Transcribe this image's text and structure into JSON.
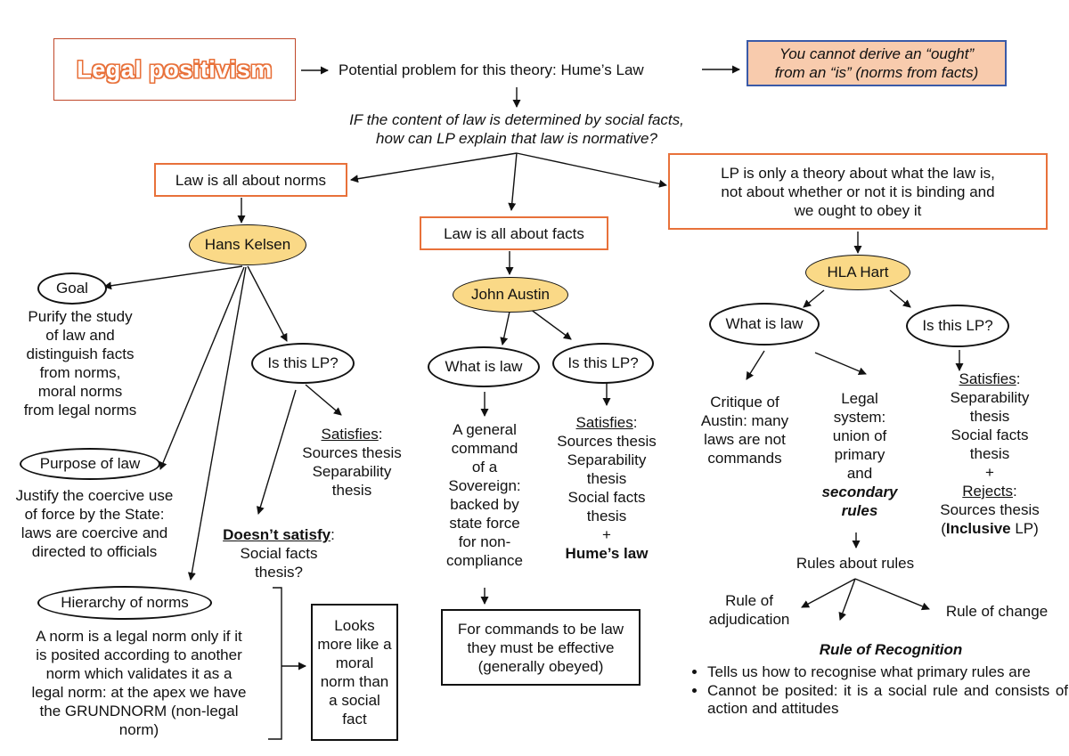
{
  "title": "Legal positivism",
  "top": {
    "problem": "Potential problem for this theory: Hume’s Law",
    "hume_box": [
      "You cannot derive an “ought”",
      "from an “is” (norms from facts)"
    ],
    "question": [
      "IF the content of law is determined by social facts,",
      "how can LP explain that law is normative?"
    ]
  },
  "norms": {
    "box": "Law is all about norms",
    "theorist": "Hans Kelsen",
    "goal": "Goal",
    "goal_text": [
      "Purify the study",
      "of law and",
      "distinguish facts",
      "from norms,",
      "moral norms",
      "from legal norms"
    ],
    "purpose": "Purpose of law",
    "purpose_text": [
      "Justify the coercive use",
      "of force by the State:",
      "laws are coercive and",
      "directed to officials"
    ],
    "hierarchy": "Hierarchy of norms",
    "hierarchy_text": [
      "A norm is a legal norm only if it",
      "is posited according to another",
      "norm which validates it as a",
      "legal norm: at the apex we have",
      "the GRUNDNORM (non-legal",
      "norm)"
    ],
    "is_lp": "Is this LP?",
    "satisfies_label": "Satisfies",
    "satisfies": [
      "Sources thesis",
      "Separability",
      "thesis"
    ],
    "not_satisfy_label": "Doesn’t satisfy",
    "not_satisfy": [
      "Social facts",
      "thesis?"
    ],
    "looks": [
      "Looks",
      "more like a",
      "moral",
      "norm than",
      "a social",
      "fact"
    ]
  },
  "facts": {
    "box": "Law is all about facts",
    "theorist": "John Austin",
    "what": "What is law",
    "what_text": [
      "A general",
      "command",
      "of a",
      "Sovereign:",
      "backed by",
      "state force",
      "for non-",
      "compliance"
    ],
    "is_lp": "Is this LP?",
    "satisfies_label": "Satisfies",
    "satisfies": [
      "Sources thesis",
      "Separability",
      "thesis",
      "Social facts",
      "thesis",
      "+"
    ],
    "hume": "Hume’s law",
    "effective": [
      "For commands to be law",
      "they must be effective",
      "(generally obeyed)"
    ]
  },
  "theory": {
    "box": [
      "LP is only a theory about what the law is,",
      "not about whether or not it is binding and",
      "we ought to obey it"
    ],
    "theorist": "HLA Hart",
    "what": "What is law",
    "is_lp": "Is this LP?",
    "critique": [
      "Critique of",
      "Austin: many",
      "laws are not",
      "commands"
    ],
    "legal_system": [
      "Legal",
      "system:",
      "union of",
      "primary",
      "and"
    ],
    "secondary": [
      "secondary",
      "rules"
    ],
    "satisfies_label": "Satisfies",
    "satisfies": [
      "Separability",
      "thesis",
      "Social facts",
      "thesis",
      "+"
    ],
    "rejects_label": "Rejects",
    "rejects": "Sources thesis",
    "inclusive_open": "(",
    "inclusive_bold": "Inclusive",
    "inclusive_rest": " LP)",
    "rules_about": "Rules about rules",
    "adjudication": [
      "Rule of",
      "adjudication"
    ],
    "change": "Rule of change",
    "recognition": "Rule of Recognition",
    "bullets": [
      "Tells us how to recognise what primary rules are",
      "Cannot be posited: it is a social rule and consists of action and attitudes"
    ]
  },
  "colors": {
    "orange": "#e8713a",
    "yellow": "#fad987",
    "peach": "#f8cbad",
    "blue": "#3a5aa8"
  }
}
